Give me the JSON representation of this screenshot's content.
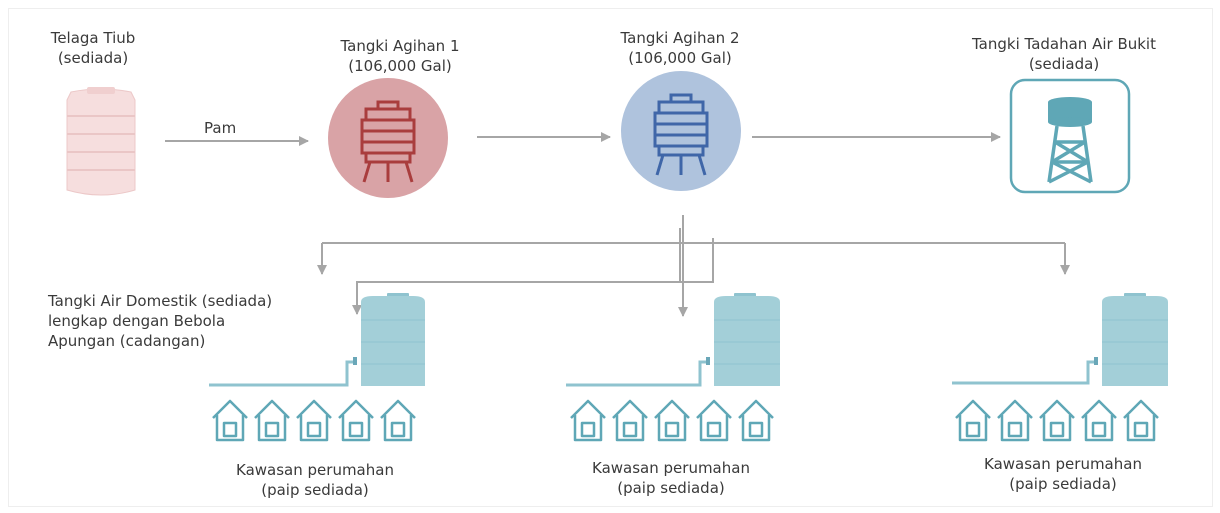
{
  "source": {
    "name_line1": "Telaga Tiub",
    "name_line2": "(sediada)"
  },
  "pump_label": "Pam",
  "tank1": {
    "name_line1": "Tangki Agihan 1",
    "name_line2": "(106,000 Gal)"
  },
  "tank2": {
    "name_line1": "Tangki Agihan 2",
    "name_line2": "(106,000 Gal)"
  },
  "hill_tank": {
    "name_line1": "Tangki Tadahan Air Bukit",
    "name_line2": "(sediada)"
  },
  "domestic_tank": {
    "line1": "Tangki Air Domestik (sediada)",
    "line2": "lengkap dengan Bebola",
    "line3": "Apungan (cadangan)"
  },
  "housing_areas": [
    {
      "line1": "Kawasan perumahan",
      "line2": "(paip sediada)"
    },
    {
      "line1": "Kawasan perumahan",
      "line2": "(paip sediada)"
    },
    {
      "line1": "Kawasan perumahan",
      "line2": "(paip sediada)"
    }
  ],
  "colors": {
    "arrow": "#a6a6a6",
    "tank1_circle": "#d9a3a6",
    "tank1_icon": "#a93d3d",
    "tank2_circle": "#afc3dd",
    "tank2_icon": "#3f66a8",
    "hill_tank": "#5fa7b6",
    "domestic_tank": "#a3cfd8",
    "pipe": "#8fc3cf",
    "house": "#5fa7b6"
  }
}
